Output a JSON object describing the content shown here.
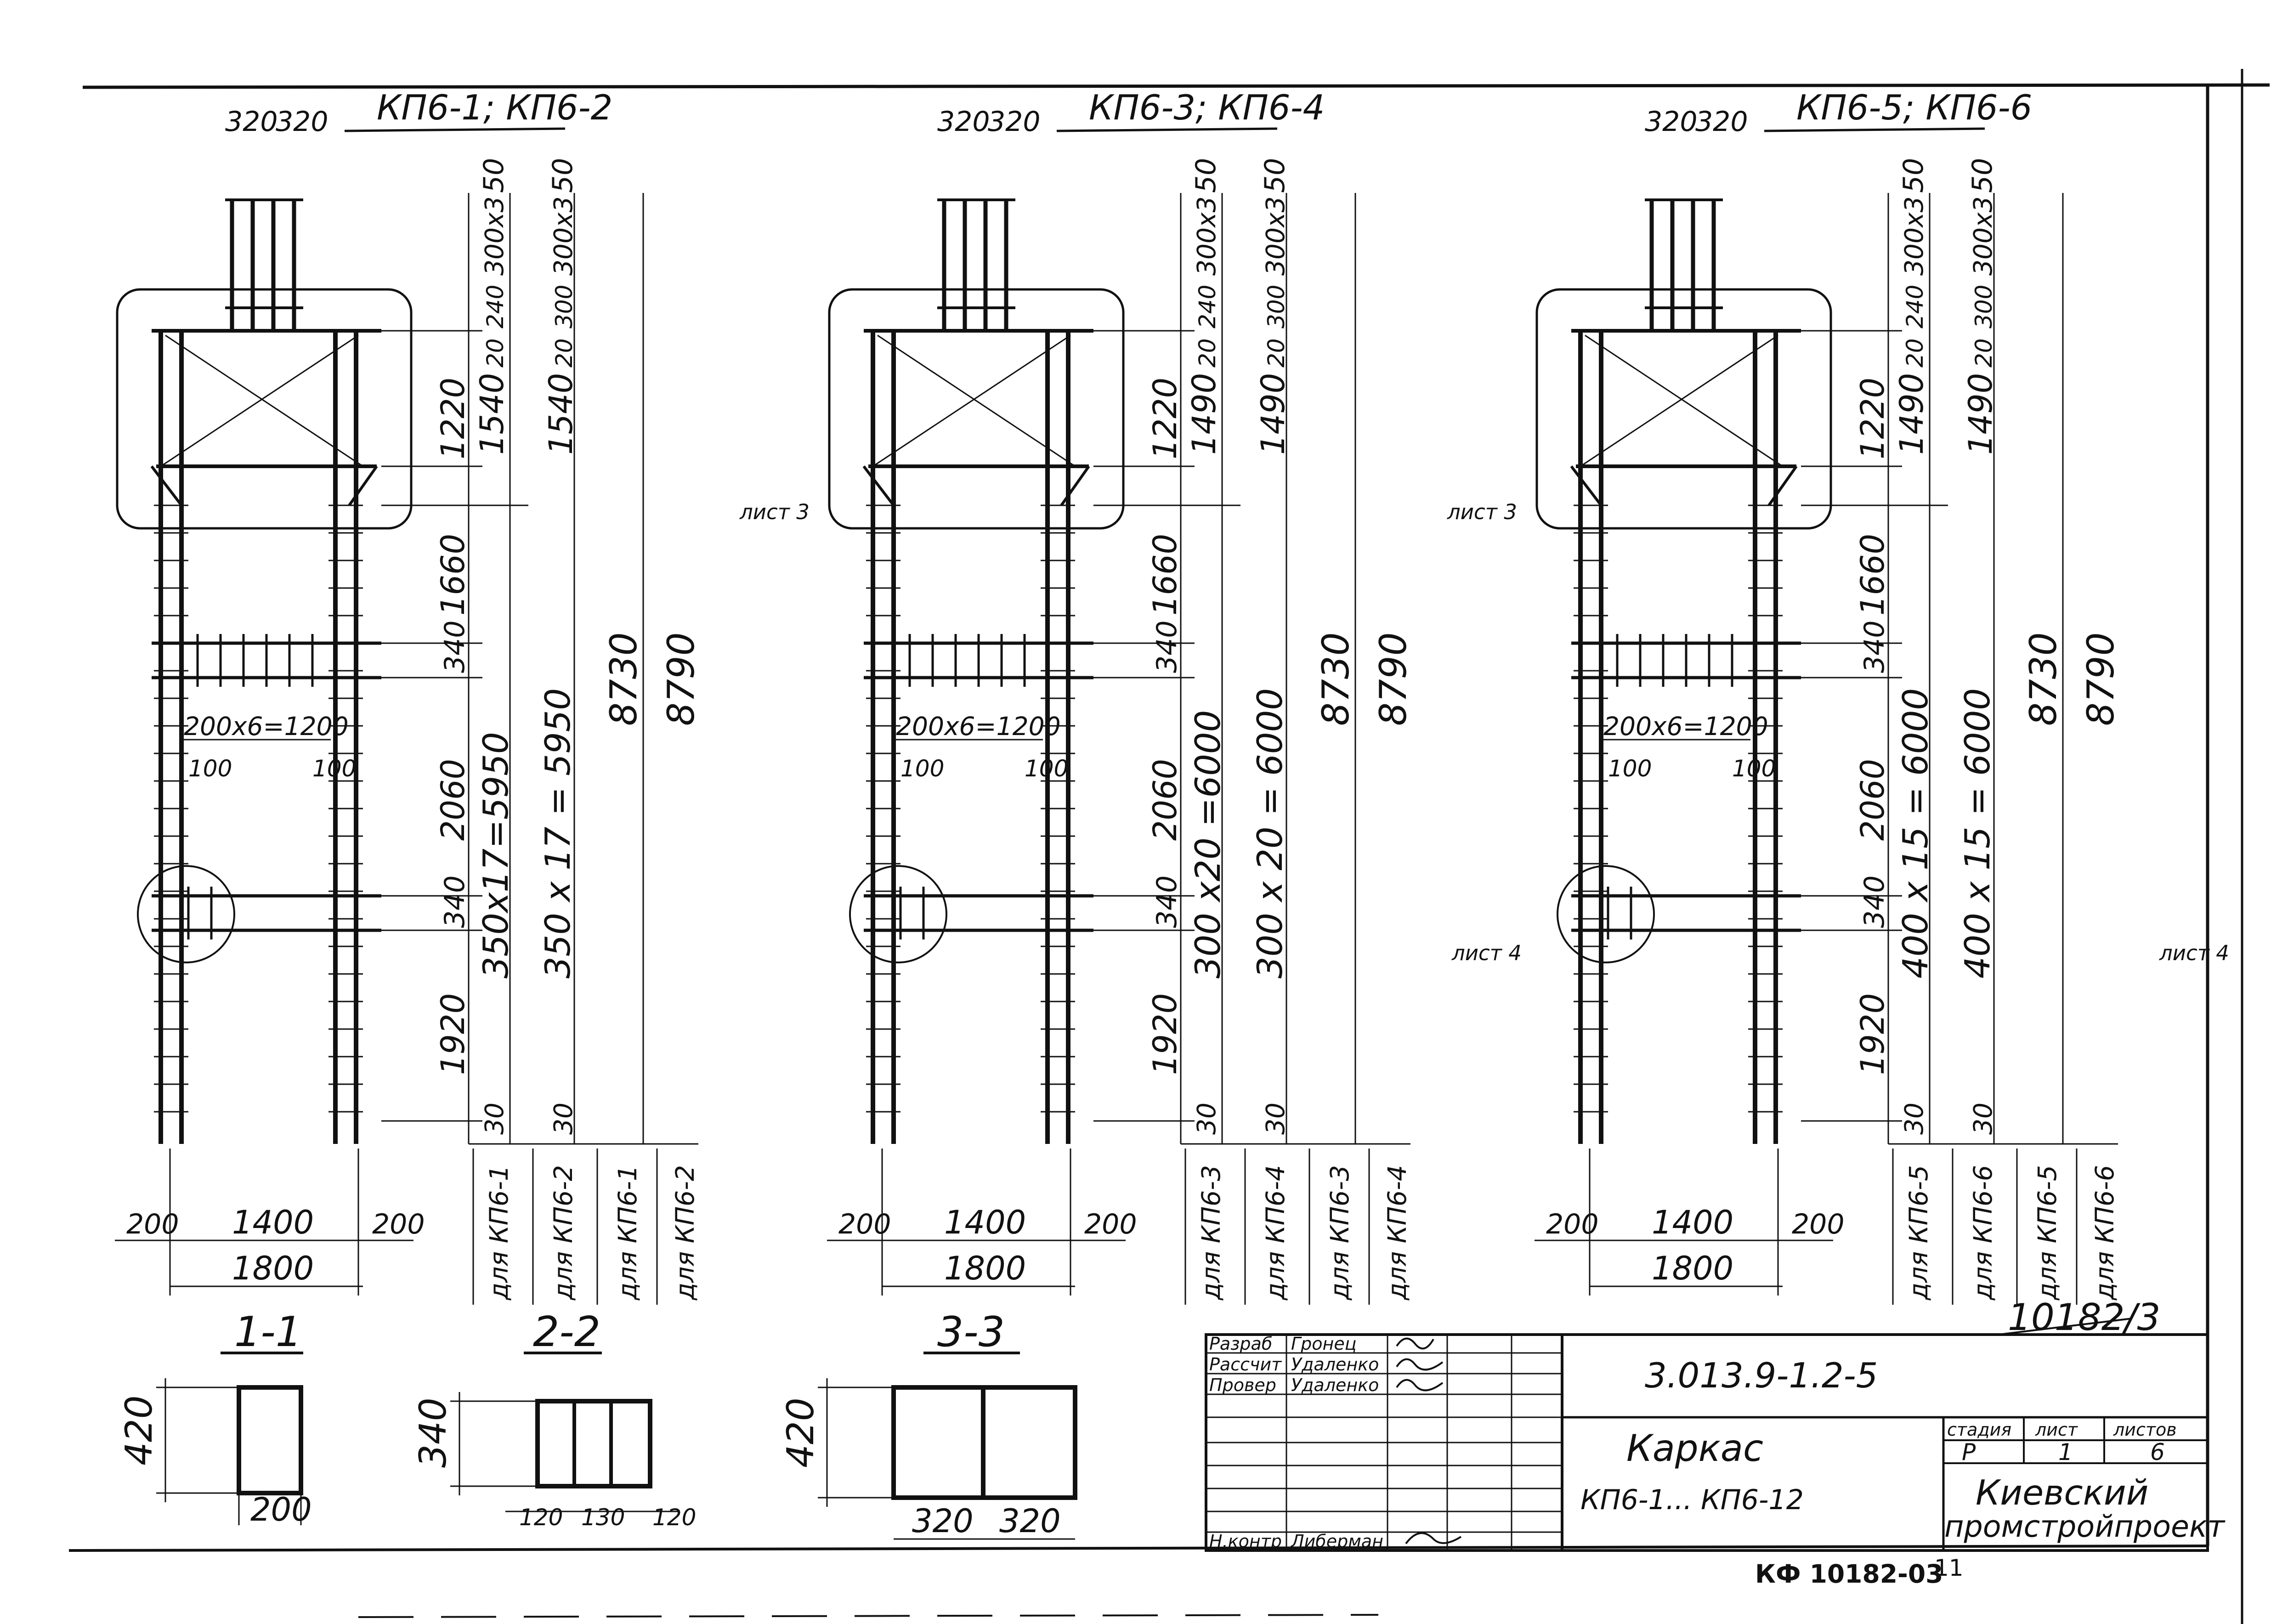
{
  "frames": [
    {
      "title": "КП6-1; КП6-2",
      "top_spacing": [
        "320",
        "320"
      ],
      "top_dims": [
        "50",
        "50"
      ],
      "stirrup_dims": [
        "300x3",
        "300x3"
      ],
      "cap_dims": [
        "240",
        "300"
      ],
      "small_dims": [
        "20",
        "20"
      ],
      "zone_dims": [
        "1540",
        "1540"
      ],
      "dim_1220": "1220",
      "dim_1660": "1660",
      "dim_340a": "340",
      "dim_2060": "2060",
      "dim_340b": "340",
      "dim_1920": "1920",
      "dim_30a": "30",
      "dim_30b": "30",
      "total_a": "350x17=5950",
      "total_b": "350 x 17 = 5950",
      "overall_a": "8730",
      "overall_b": "8790",
      "bottom_200_left": "200",
      "bottom_1400": "1400",
      "bottom_200_right": "200",
      "bottom_1800": "1800",
      "ties": "200x6=1200",
      "ties_100_left": "100",
      "ties_100_right": "100",
      "for_labels": [
        "для КП6-1",
        "для КП6-2",
        "для КП6-1",
        "для КП6-2"
      ],
      "sheet3": "",
      "sheet4": ""
    },
    {
      "title": "КП6-3; КП6-4",
      "top_spacing": [
        "320",
        "320"
      ],
      "top_dims": [
        "50",
        "50"
      ],
      "stirrup_dims": [
        "300x3",
        "300x3"
      ],
      "cap_dims": [
        "240",
        "300"
      ],
      "small_dims": [
        "20",
        "20"
      ],
      "zone_dims": [
        "1490",
        "1490"
      ],
      "dim_1220": "1220",
      "dim_1660": "1660",
      "dim_340a": "340",
      "dim_2060": "2060",
      "dim_340b": "340",
      "dim_1920": "1920",
      "dim_30a": "30",
      "dim_30b": "30",
      "total_a": "300 x20 =6000",
      "total_b": "300 x 20 = 6000",
      "overall_a": "8730",
      "overall_b": "8790",
      "bottom_200_left": "200",
      "bottom_1400": "1400",
      "bottom_200_right": "200",
      "bottom_1800": "1800",
      "ties": "200x6=1200",
      "ties_100_left": "100",
      "ties_100_right": "100",
      "for_labels": [
        "для КП6-3",
        "для КП6-4",
        "для КП6-3",
        "для КП6-4"
      ],
      "sheet3": "лист 3",
      "sheet4": "лист 4"
    },
    {
      "title": "КП6-5; КП6-6",
      "top_spacing": [
        "320",
        "320"
      ],
      "top_dims": [
        "50",
        "50"
      ],
      "stirrup_dims": [
        "300x3",
        "300x3"
      ],
      "cap_dims": [
        "240",
        "300"
      ],
      "small_dims": [
        "20",
        "20"
      ],
      "zone_dims": [
        "1490",
        "1490"
      ],
      "dim_1220": "1220",
      "dim_1660": "1660",
      "dim_340a": "340",
      "dim_2060": "2060",
      "dim_340b": "340",
      "dim_1920": "1920",
      "dim_30a": "30",
      "dim_30b": "30",
      "total_a": "400 x 15 = 6000",
      "total_b": "400 x 15 = 6000",
      "overall_a": "8730",
      "overall_b": "8790",
      "bottom_200_left": "200",
      "bottom_1400": "1400",
      "bottom_200_right": "200",
      "bottom_1800": "1800",
      "ties": "200x6=1200",
      "ties_100_left": "100",
      "ties_100_right": "100",
      "for_labels": [
        "для КП6-5",
        "для КП6-6",
        "для КП6-5",
        "для КП6-6"
      ],
      "sheet3": "лист 3",
      "sheet4": "лист 4"
    }
  ],
  "sections": {
    "s11": {
      "title": "1-1",
      "h": "420",
      "w": "200"
    },
    "s22": {
      "title": "2-2",
      "h": "340",
      "w1": "120",
      "w2": "130",
      "w3": "120"
    },
    "s33": {
      "title": "3-3",
      "h": "420",
      "w1": "320",
      "w2": "320"
    }
  },
  "title_block": {
    "rows": [
      {
        "role": "Разраб",
        "name": "Гронец"
      },
      {
        "role": "Рассчит",
        "name": "Удаленко"
      },
      {
        "role": "Провер",
        "name": "Удаленко"
      },
      {
        "role": "Н.контр",
        "name": "Либерман"
      }
    ],
    "doc_code": "3.013.9-1.2-5",
    "name_line1": "Каркас",
    "name_line2": "КП6-1... КП6-12",
    "stage_head": "стадия",
    "sheet_head": "лист",
    "sheets_head": "листов",
    "stage": "Р",
    "sheet": "1",
    "sheets": "6",
    "org_line1": "Киевский",
    "org_line2": "промстройпроект",
    "archive_mark": "10182/3",
    "footer_code": "КФ 10182-03",
    "footer_page": "11"
  }
}
